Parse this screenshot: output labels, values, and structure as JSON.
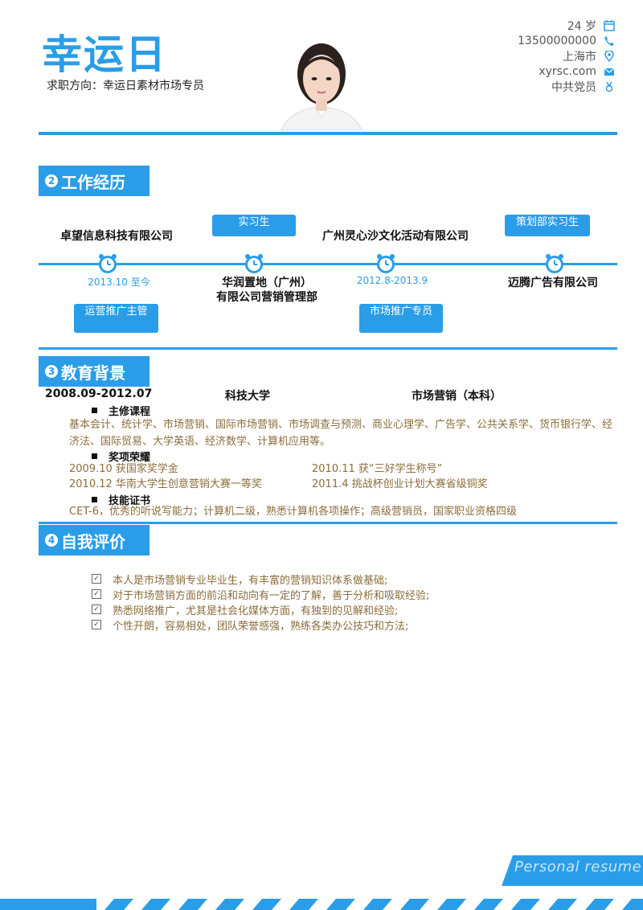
{
  "header": {
    "name": "幸运日",
    "job_prefix": "求职方向：",
    "job_title": "幸运日素材市场专员",
    "contacts": [
      {
        "text": "24 岁",
        "icon": "calendar-icon"
      },
      {
        "text": "13500000000",
        "icon": "phone-icon"
      },
      {
        "text": "上海市",
        "icon": "location-icon"
      },
      {
        "text": "xyrsc.com",
        "icon": "mail-icon"
      },
      {
        "text": "中共党员",
        "icon": "medal-icon"
      }
    ]
  },
  "sections": {
    "work": {
      "num": "2",
      "title": "工作经历"
    },
    "education": {
      "num": "3",
      "title": "教育背景"
    },
    "self_eval": {
      "num": "4",
      "title": "自我评价"
    }
  },
  "timeline": {
    "companies_top": [
      "卓望信息科技有限公司",
      "广州灵心沙文化活动有限公司"
    ],
    "roles_top": [
      "实习生",
      "策划部实习生"
    ],
    "dates": [
      "2013.10 至今",
      "2012.8-2013.9"
    ],
    "companies_bottom": [
      "华润置地（广州）",
      "有限公司营销管理部",
      "迈腾广告有限公司"
    ],
    "roles_bottom": [
      "运营推广主管",
      "市场推广专员"
    ]
  },
  "education": {
    "period": "2008.09-2012.07",
    "school": "科技大学",
    "major": "市场营销（本科）",
    "courses_title": "主修课程",
    "courses": "基本会计、统计学、市场营销、国际市场营销、市场调查与预测、商业心理学、广告学、公共关系学、货币银行学、经济法、国际贸易、大学英语、经济数学、计算机应用等。",
    "awards_title": "奖项荣耀",
    "awards": [
      "2009.10 获国家奖学金",
      "2010.11 获“三好学生称号”",
      "2010.12 华南大学生创意营销大赛一等奖",
      "2011.4 挑战杯创业计划大赛省级铜奖"
    ],
    "skills_title": "技能证书",
    "skills": "CET-6，优秀的听说写能力；计算机二级，熟悉计算机各项操作；高级营销员，国家职业资格四级"
  },
  "self_eval": [
    "本人是市场营销专业毕业生，有丰富的营销知识体系做基础;",
    "对于市场营销方面的前沿和动向有一定的了解，善于分析和吸取经验;",
    "熟悉网络推广，尤其是社会化媒体方面，有独到的见解和经验;",
    "个性开朗，容易相处，团队荣誉感强，熟练各类办公技巧和方法;"
  ],
  "footer": {
    "text": "Personal resume"
  },
  "colors": {
    "accent": "#2a9de8",
    "body_text": "#8b6d3c"
  }
}
